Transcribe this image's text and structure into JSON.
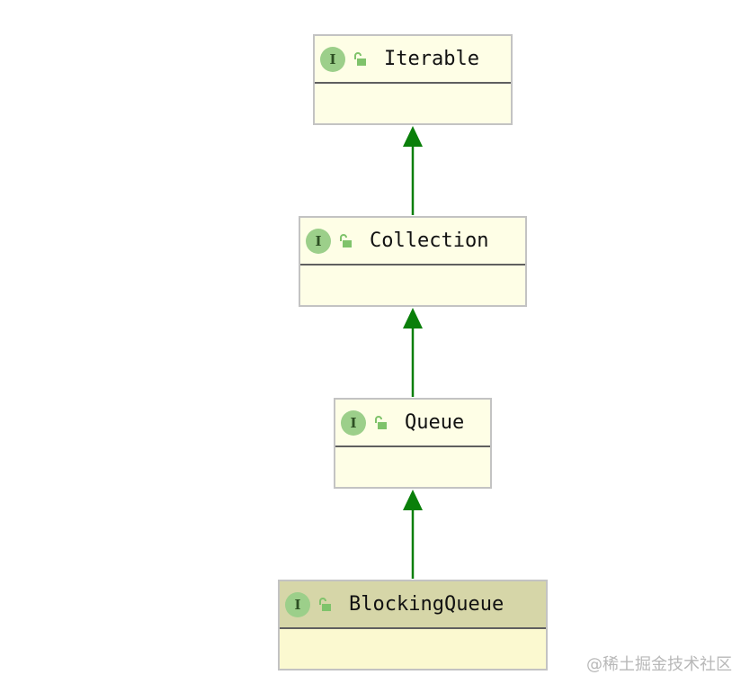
{
  "diagram": {
    "nodes": [
      {
        "name": "Iterable",
        "badge": "I"
      },
      {
        "name": "Collection",
        "badge": "I"
      },
      {
        "name": "Queue",
        "badge": "I"
      },
      {
        "name": "BlockingQueue",
        "badge": "I"
      }
    ],
    "edges": [
      {
        "from": "Collection",
        "to": "Iterable"
      },
      {
        "from": "Queue",
        "to": "Collection"
      },
      {
        "from": "BlockingQueue",
        "to": "Queue"
      }
    ],
    "icon_names": [
      "interface-badge-icon",
      "unlocked-padlock-icon",
      "inheritance-arrow-icon"
    ],
    "colors": {
      "node_fill": "#fefee6",
      "selected_node_fill": "#fbf9d0",
      "selected_header_fill": "#d6d6a8",
      "border": "#c3c3c3",
      "badge": "#9ccf8a",
      "lock": "#7fc36b",
      "arrow": "#0a7f0a"
    }
  },
  "watermark": "@稀土掘金技术社区"
}
